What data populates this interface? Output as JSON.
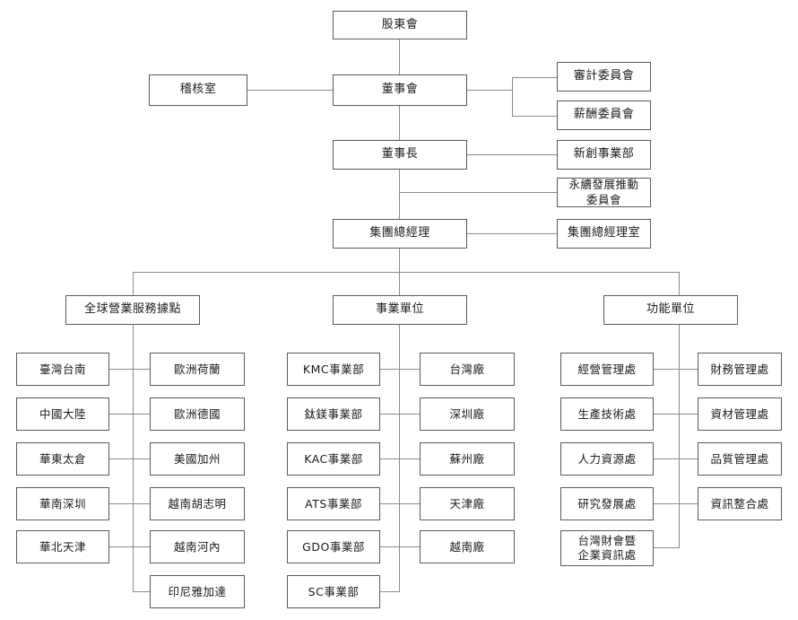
{
  "chart": {
    "title": "Corporate Organization Chart",
    "type": "org-chart",
    "line_color": "#8c8c8c",
    "box_border_color": "#5a5a5a",
    "background": "#ffffff"
  },
  "governance": {
    "shareholders_meeting": "股東會",
    "board_of_directors": "董事會",
    "audit_office": "稽核室",
    "audit_committee": "審計委員會",
    "compensation_committee": "薪酬委員會",
    "chairman": "董事長",
    "new_venture_division": "新創事業部",
    "sustainability_committee": "永續發展推動\n委員會",
    "group_president": "集團總經理",
    "group_president_office": "集團總經理室"
  },
  "groups": [
    {
      "id": "global-sales",
      "label": "全球營業服務據點",
      "left_column": [
        "臺灣台南",
        "中國大陸",
        "華東太倉",
        "華南深圳",
        "華北天津"
      ],
      "right_column": [
        "歐洲荷蘭",
        "歐洲德國",
        "美國加州",
        "越南胡志明",
        "越南河內",
        "印尼雅加達"
      ]
    },
    {
      "id": "business-units",
      "label": "事業單位",
      "left_column": [
        "KMC事業部",
        "鈦鎂事業部",
        "KAC事業部",
        "ATS事業部",
        "GDO事業部",
        "SC事業部"
      ],
      "right_column": [
        "台灣廠",
        "深圳廠",
        "蘇州廠",
        "天津廠",
        "越南廠"
      ]
    },
    {
      "id": "functional-units",
      "label": "功能單位",
      "left_column": [
        "經營管理處",
        "生產技術處",
        "人力資源處",
        "研究發展處",
        "台灣財會暨\n企業資訊處"
      ],
      "right_column": [
        "財務管理處",
        "資材管理處",
        "品質管理處",
        "資訊整合處"
      ]
    }
  ]
}
